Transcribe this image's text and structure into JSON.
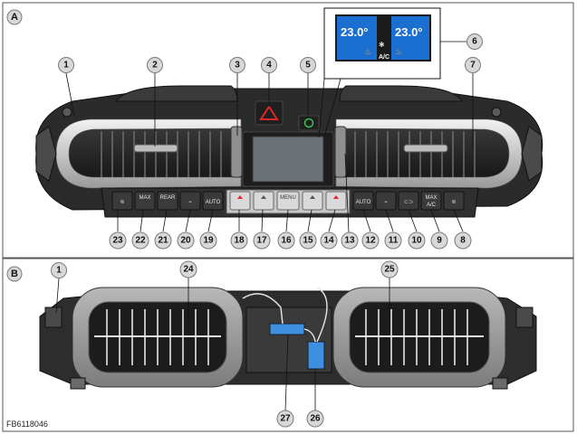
{
  "panels": [
    {
      "letter": "A"
    },
    {
      "letter": "B"
    }
  ],
  "display": {
    "left_temp": "23.0°",
    "right_temp": "23.0°",
    "ac_label": "A/C"
  },
  "buttons": {
    "max_left": "MAX",
    "rear": "REAR",
    "auto_left": "AUTO",
    "menu": "MENU",
    "auto_right": "AUTO",
    "max_ac_top": "MAX",
    "max_ac_bottom": "A/C"
  },
  "figure_id": "FB6118046",
  "colors": {
    "line": "#111111",
    "callout_fill": "#d8d8d8",
    "panel_dark": "#2a2a2a",
    "trim": "#c9c9c9",
    "screen_bg": "#1a6fd0",
    "hazard": "#e0262b",
    "connector": "#3f8fe0"
  }
}
